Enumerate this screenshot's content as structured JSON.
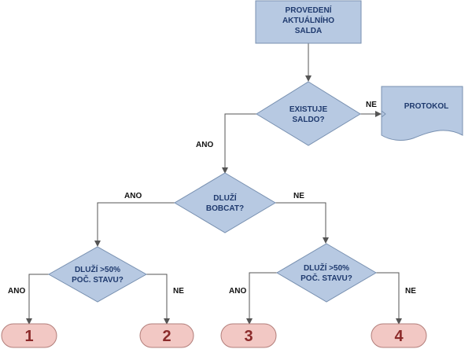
{
  "nodes": {
    "start": {
      "line1": "PROVEDENÍ",
      "line2": "AKTUÁLNÍHO",
      "line3": "SALDA"
    },
    "decision_saldo": {
      "line1": "EXISTUJE",
      "line2": "SALDO?"
    },
    "protokol": {
      "label": "PROTOKOL"
    },
    "decision_bobcat": {
      "line1": "DLUŽÍ",
      "line2": "BOBCAT?"
    },
    "decision_left": {
      "line1": "DLUŽÍ >50%",
      "line2": "POČ. STAVU?"
    },
    "decision_right": {
      "line1": "DLUŽÍ >50%",
      "line2": "POČ. STAVU?"
    },
    "term1": {
      "label": "1"
    },
    "term2": {
      "label": "2"
    },
    "term3": {
      "label": "3"
    },
    "term4": {
      "label": "4"
    }
  },
  "edges": {
    "saldo_no": "NE",
    "saldo_yes": "ANO",
    "bobcat_yes": "ANO",
    "bobcat_no": "NE",
    "left_yes": "ANO",
    "left_no": "NE",
    "right_yes": "ANO",
    "right_no": "NE"
  },
  "colors": {
    "process_fill": "#b7c9e2",
    "process_stroke": "#7890b0",
    "terminal_fill": "#f2c8c4",
    "terminal_stroke": "#b27e7a",
    "node_text": "#1f3a6e",
    "terminal_text": "#8b2a2a",
    "line": "#555555"
  }
}
